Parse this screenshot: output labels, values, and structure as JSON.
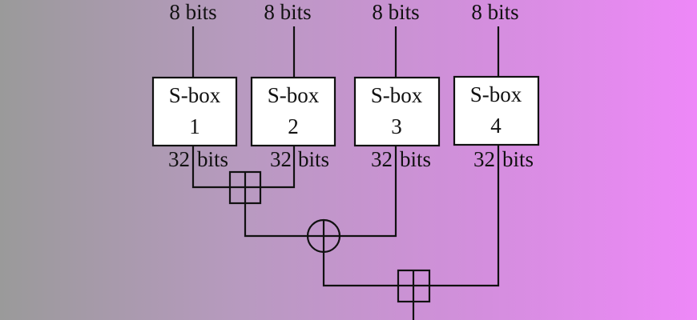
{
  "diagram": {
    "title": "",
    "sboxes": [
      {
        "name": "S-box",
        "number": "1",
        "input_label": "8 bits",
        "output_label_num": "32",
        "output_label_unit": "bits"
      },
      {
        "name": "S-box",
        "number": "2",
        "input_label": "8 bits",
        "output_label_num": "32",
        "output_label_unit": "bits"
      },
      {
        "name": "S-box",
        "number": "3",
        "input_label": "8 bits",
        "output_label_num": "32",
        "output_label_unit": "bits"
      },
      {
        "name": "S-box",
        "number": "4",
        "input_label": "8 bits",
        "output_label_num": "32",
        "output_label_unit": "bits"
      }
    ],
    "operations": [
      {
        "type": "addition-mod-2^32",
        "symbol": "boxed-plus",
        "inputs": [
          "S-box 1",
          "S-box 2"
        ]
      },
      {
        "type": "xor",
        "symbol": "circled-plus",
        "inputs": [
          "addition 1",
          "S-box 3"
        ]
      },
      {
        "type": "addition-mod-2^32",
        "symbol": "boxed-plus",
        "inputs": [
          "xor",
          "S-box 4"
        ]
      }
    ],
    "colors": {
      "background_start": "#9a9a9a",
      "background_end": "#ee88f8",
      "stroke": "#111111",
      "box_fill": "#ffffff"
    }
  }
}
